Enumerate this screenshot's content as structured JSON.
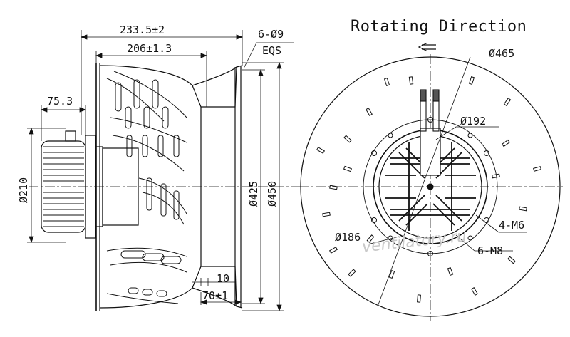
{
  "title": "Rotating Direction",
  "watermark": "ventilatory.ru",
  "side_view": {
    "dims": {
      "overall_length": "233.5±2",
      "body_length": "206±1.3",
      "motor_offset": "75.3",
      "hub_diameter": "Ø210",
      "inlet_diameter": "Ø425",
      "outer_diameter": "Ø450",
      "holes_count": "6-Ø9",
      "holes_spacing": "EQS",
      "ring_thickness": "10",
      "ring_depth": "70±1"
    }
  },
  "front_view": {
    "dims": {
      "impeller_diameter": "Ø465",
      "motor_diameter": "Ø192",
      "bolt_circle": "Ø186",
      "threads_1": "4-M6",
      "threads_2": "6-M8"
    }
  }
}
